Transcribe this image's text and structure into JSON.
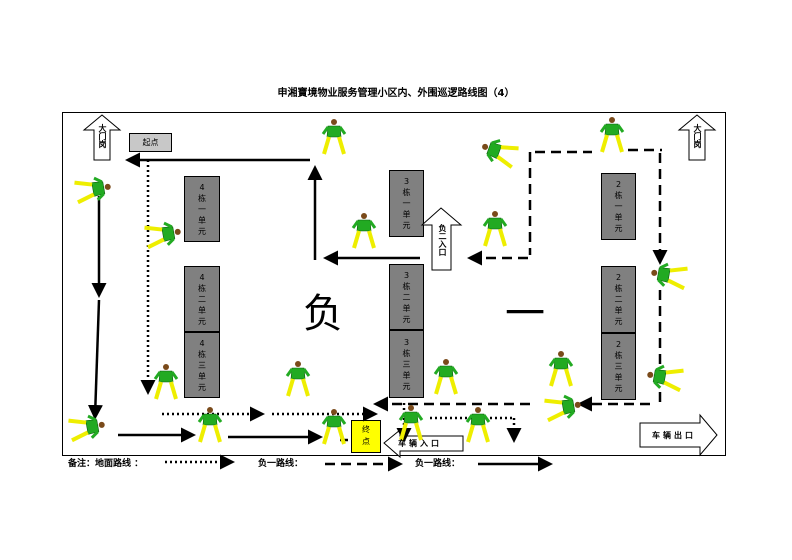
{
  "title": "申湘寶境物业服务管理小区内、外围巡逻路线图（4）",
  "labels": {
    "start": "起点",
    "end": "终点",
    "big_left": "负",
    "big_right": "一",
    "main_gate_left": "大门岗",
    "main_gate_right": "大门岗",
    "b1_entrance": "负二入口",
    "car_entrance": "车辆入口",
    "car_exit": "车辆出口"
  },
  "buildings": [
    {
      "id": "b4-1",
      "lines": [
        "4",
        "栋",
        "一",
        "单",
        "元"
      ]
    },
    {
      "id": "b4-2",
      "lines": [
        "4",
        "栋",
        "二",
        "单",
        "元"
      ]
    },
    {
      "id": "b4-3",
      "lines": [
        "4",
        "栋",
        "三",
        "单",
        "元"
      ]
    },
    {
      "id": "b3-1",
      "lines": [
        "3",
        "栋",
        "一",
        "单",
        "元"
      ]
    },
    {
      "id": "b3-2",
      "lines": [
        "3",
        "栋",
        "二",
        "单",
        "元"
      ]
    },
    {
      "id": "b3-3",
      "lines": [
        "3",
        "栋",
        "三",
        "单",
        "元"
      ]
    },
    {
      "id": "b2-1",
      "lines": [
        "2",
        "栋",
        "一",
        "单",
        "元"
      ]
    },
    {
      "id": "b2-2",
      "lines": [
        "2",
        "栋",
        "二",
        "单",
        "元"
      ]
    },
    {
      "id": "b2-3",
      "lines": [
        "2",
        "栋",
        "三",
        "单",
        "元"
      ]
    }
  ],
  "legend": {
    "prefix": "备注：地面路线 ：",
    "neg1": "负一路线：",
    "neg1b": "负一路线："
  },
  "colors": {
    "building": "#808080",
    "start": "#c8c8c8",
    "end": "#ffff00",
    "figure_top": "#22aa22",
    "figure_legs": "#eeee00"
  }
}
